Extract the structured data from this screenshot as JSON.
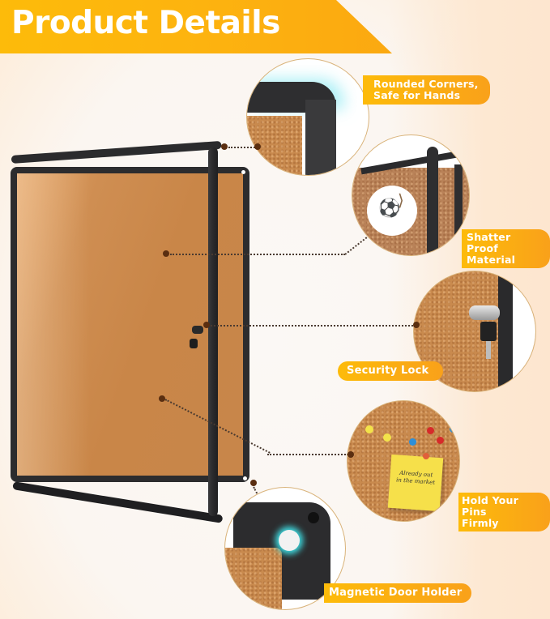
{
  "header": {
    "title": "Product Details"
  },
  "features": [
    {
      "label": "Rounded Corners,\nSafe for Hands",
      "line1": "Rounded Corners,",
      "line2": "Safe for Hands"
    },
    {
      "label": "Shatter Proof Material",
      "line1": "Shatter",
      "line2": "Proof Material"
    },
    {
      "label": "Security Lock",
      "line1": "Security Lock"
    },
    {
      "label": "Hold Your Pins Firmly",
      "line1": "Hold Your Pins",
      "line2": "Firmly"
    },
    {
      "label": "Magnetic Door Holder",
      "line1": "Magnetic Door Holder"
    }
  ],
  "sticky_note": {
    "text_line1": "Already out",
    "text_line2": "in the market"
  },
  "colors": {
    "accent": "#fdb30f",
    "accent_end": "#f9a11a",
    "frame": "#2c2c2e",
    "cork": "#c98648",
    "circle_border": "#d9b37a",
    "pointer_dot": "#5a2e10"
  }
}
